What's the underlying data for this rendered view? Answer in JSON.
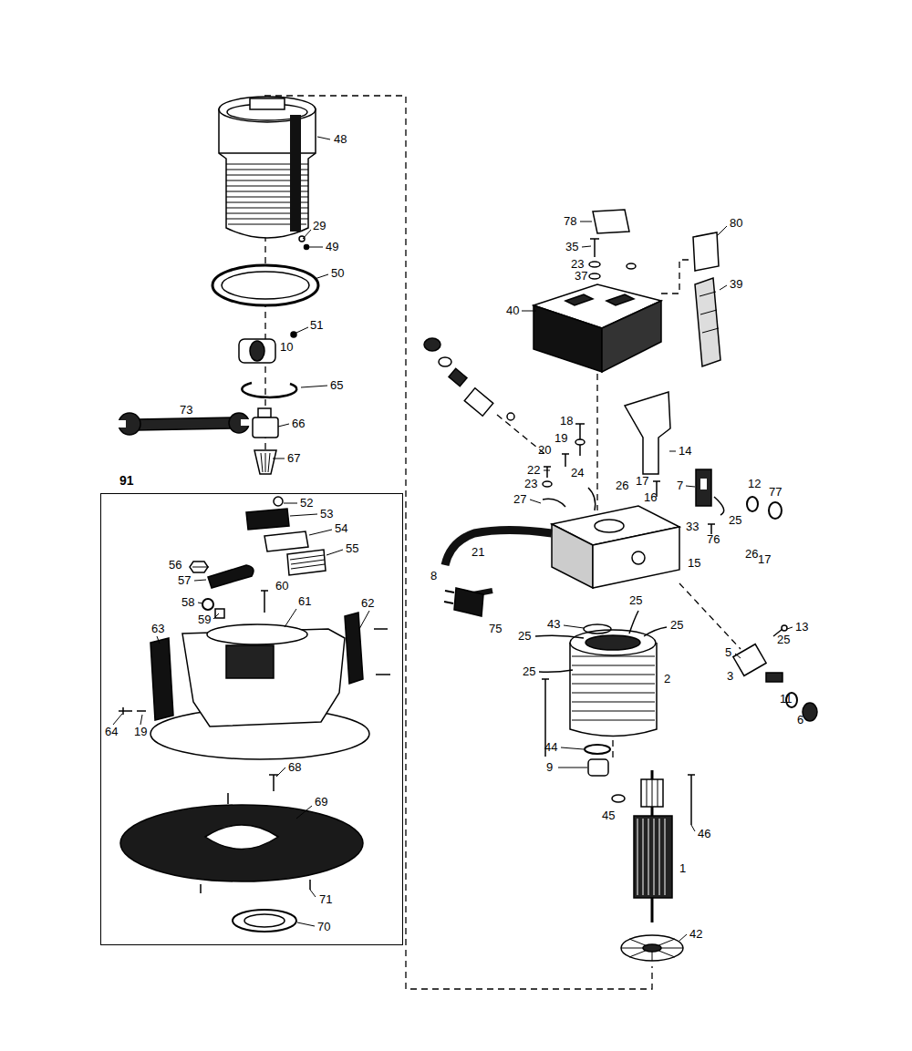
{
  "diagram": {
    "nodes": [
      {
        "text": [
          "91"
        ]
      }
    ],
    "labels": [
      "48",
      "29",
      "49",
      "50",
      "51",
      "10",
      "65",
      "73",
      "66",
      "67",
      "52",
      "53",
      "54",
      "55",
      "56",
      "57",
      "60",
      "61",
      "62",
      "58",
      "59",
      "63",
      "64",
      "19",
      "68",
      "69",
      "71",
      "70",
      "78",
      "80",
      "35",
      "23",
      "37",
      "40",
      "39",
      "18",
      "19",
      "20",
      "14",
      "22",
      "23",
      "24",
      "26",
      "17",
      "16",
      "27",
      "7",
      "12",
      "77",
      "33",
      "25",
      "76",
      "26",
      "17",
      "21",
      "15",
      "8",
      "75",
      "43",
      "25",
      "25",
      "25",
      "25",
      "2",
      "13",
      "25",
      "5",
      "3",
      "11",
      "6",
      "44",
      "9",
      "45",
      "46",
      "1",
      "42"
    ]
  }
}
